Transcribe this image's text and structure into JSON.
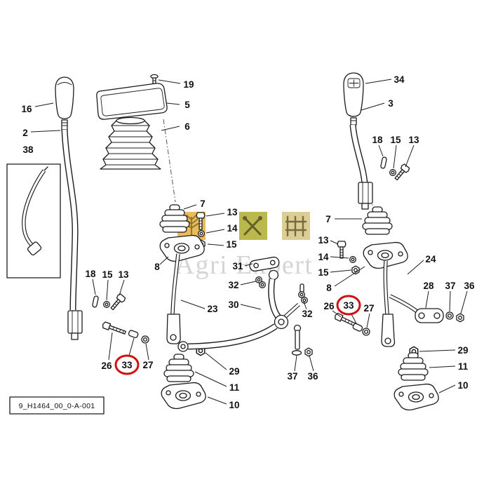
{
  "page": {
    "background_color": "#ffffff",
    "type": "parts-catalog-exploded-diagram"
  },
  "diagram": {
    "drawing_number": "9_H1464_00_0-A-001",
    "highlight_color": "#cf1211",
    "line_color": "#1c1c1c",
    "watermark": {
      "text": "Agri Expert",
      "text_color": "#d2d2d2",
      "logo_squares": [
        {
          "icon": "wheat-icon",
          "color": "#e9b64d"
        },
        {
          "icon": "crossed-tools-icon",
          "color": "#b6b23f"
        },
        {
          "icon": "gate-icon",
          "color": "#d9c98d"
        }
      ]
    },
    "callouts": {
      "c16": "16",
      "c2": "2",
      "c38": "38",
      "c19": "19",
      "c5": "5",
      "c6": "6",
      "c7a": "7",
      "c13a": "13",
      "c14a": "14",
      "c15a": "15",
      "c8a": "8",
      "c23": "23",
      "c18a": "18",
      "c15b": "15",
      "c13b": "13",
      "c26a": "26",
      "c33a": "33",
      "c27a": "27",
      "c29a": "29",
      "c11a": "11",
      "c10a": "10",
      "c31": "31",
      "c32a": "32",
      "c30": "30",
      "c32b": "32",
      "c37a": "37",
      "c36a": "36",
      "c34": "34",
      "c3": "3",
      "c18b": "18",
      "c15c": "15",
      "c13c": "13",
      "c7b": "7",
      "c13d": "13",
      "c14b": "14",
      "c15d": "15",
      "c8b": "8",
      "c24": "24",
      "c28": "28",
      "c37b": "37",
      "c36b": "36",
      "c26b": "26",
      "c33b": "33",
      "c27b": "27",
      "c29b": "29",
      "c11b": "11",
      "c10b": "10"
    },
    "highlighted_parts": [
      "33",
      "33"
    ]
  }
}
